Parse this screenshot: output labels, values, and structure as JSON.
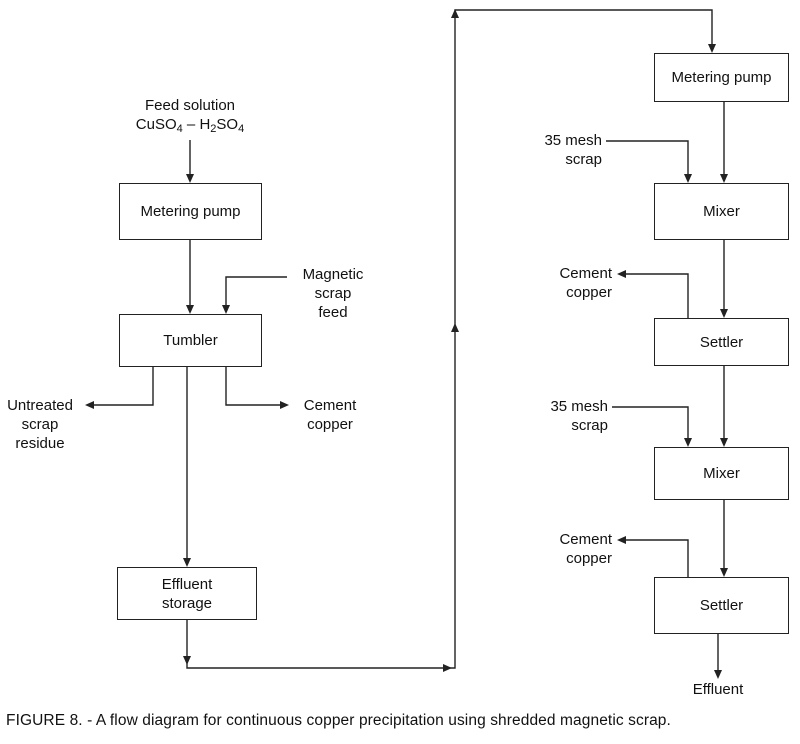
{
  "figure": {
    "caption": "FIGURE 8. - A flow diagram for continuous copper precipitation using shredded magnetic scrap."
  },
  "left_column": {
    "feed": {
      "line1": "Feed solution",
      "formula": {
        "a": "CuSO",
        "a_sub": "4",
        "sep": " – H",
        "b_sub": "2",
        "b": "SO",
        "b_sub2": "4"
      }
    },
    "metering_pump": "Metering pump",
    "magnetic_scrap": [
      "Magnetic",
      "scrap",
      "feed"
    ],
    "tumbler": "Tumbler",
    "untreated": [
      "Untreated",
      "scrap",
      "residue"
    ],
    "cement_copper": [
      "Cement",
      "copper"
    ],
    "effluent_storage": [
      "Effluent",
      "storage"
    ]
  },
  "right_column": {
    "metering_pump": "Metering pump",
    "mesh_scrap_1": [
      "35 mesh",
      "scrap"
    ],
    "mixer_1": "Mixer",
    "cement_copper_1": [
      "Cement",
      "copper"
    ],
    "settler_1": "Settler",
    "mesh_scrap_2": [
      "35 mesh",
      "scrap"
    ],
    "mixer_2": "Mixer",
    "cement_copper_2": [
      "Cement",
      "copper"
    ],
    "settler_2": "Settler",
    "effluent": "Effluent"
  }
}
